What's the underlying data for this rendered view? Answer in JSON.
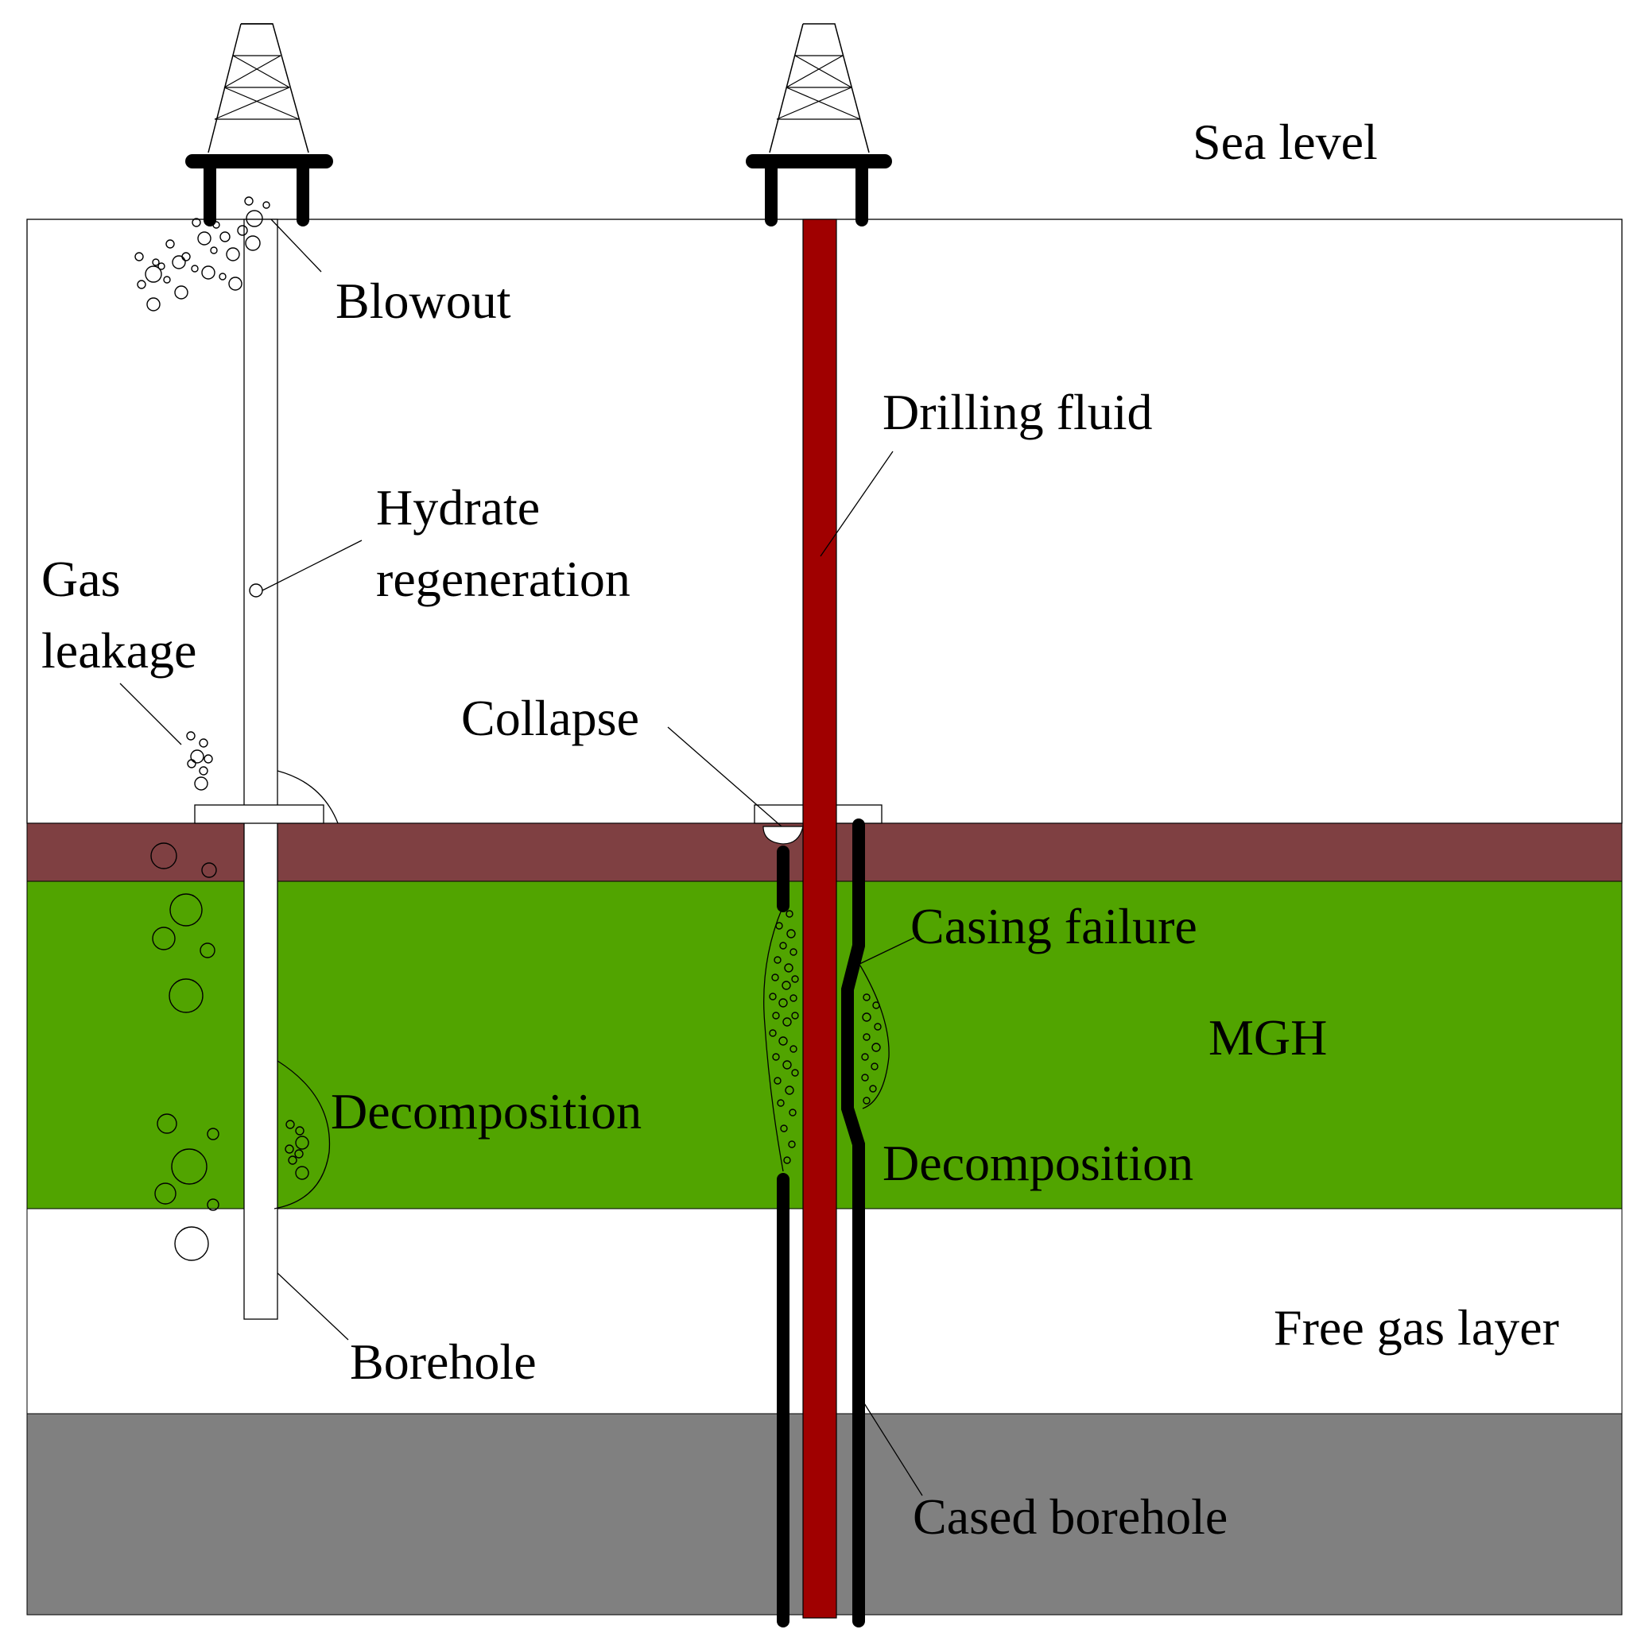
{
  "labels": {
    "sea_level": "Sea level",
    "blowout": "Blowout",
    "drilling_fluid": "Drilling fluid",
    "hydrate_line1": "Hydrate",
    "hydrate_line2": "regeneration",
    "gas_line1": "Gas",
    "gas_line2": "leakage",
    "collapse": "Collapse",
    "casing_failure": "Casing failure",
    "mgh": "MGH",
    "decomposition_left": "Decomposition",
    "decomposition_right": "Decomposition",
    "free_gas_layer": "Free gas layer",
    "borehole": "Borehole",
    "cased_borehole": "Cased borehole"
  },
  "colors": {
    "background": "#ffffff",
    "seafloor_layer": "#7f4042",
    "mgh_layer": "#51a400",
    "free_gas_layer": "#ffffff",
    "bottom_layer": "#808080",
    "drilling_fluid": "#a00000",
    "casing": "#000000"
  },
  "icons": {
    "rig_left": "drilling-rig-icon",
    "rig_right": "drilling-rig-icon"
  }
}
